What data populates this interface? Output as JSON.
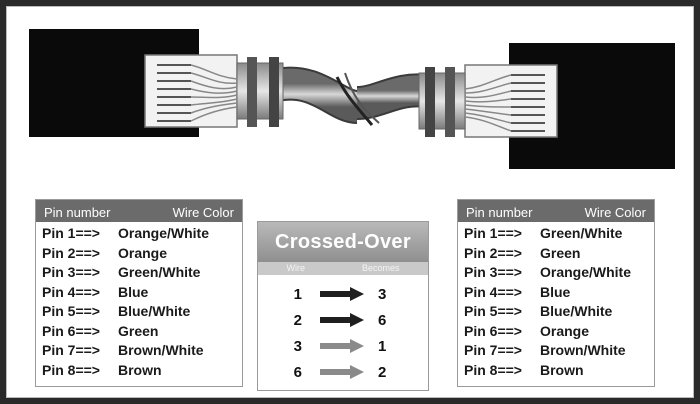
{
  "left_table": {
    "header_pin": "Pin number",
    "header_color": "Wire Color",
    "rows": [
      {
        "pin": "Pin 1==>",
        "color": "Orange/White"
      },
      {
        "pin": "Pin 2==>",
        "color": "Orange"
      },
      {
        "pin": "Pin 3==>",
        "color": "Green/White"
      },
      {
        "pin": "Pin 4==>",
        "color": "Blue"
      },
      {
        "pin": "Pin 5==>",
        "color": "Blue/White"
      },
      {
        "pin": "Pin 6==>",
        "color": "Green"
      },
      {
        "pin": "Pin 7==>",
        "color": "Brown/White"
      },
      {
        "pin": "Pin 8==>",
        "color": "Brown"
      }
    ]
  },
  "crossover": {
    "title": "Crossed-Over",
    "col_wire": "Wire",
    "col_becomes": "Becomes",
    "rows": [
      {
        "from": "1",
        "to": "3"
      },
      {
        "from": "2",
        "to": "6"
      },
      {
        "from": "3",
        "to": "1"
      },
      {
        "from": "6",
        "to": "2"
      }
    ]
  },
  "right_table": {
    "header_pin": "Pin number",
    "header_color": "Wire Color",
    "rows": [
      {
        "pin": "Pin 1==>",
        "color": "Green/White"
      },
      {
        "pin": "Pin 2==>",
        "color": "Green"
      },
      {
        "pin": "Pin 3==>",
        "color": "Orange/White"
      },
      {
        "pin": "Pin 4==>",
        "color": "Blue"
      },
      {
        "pin": "Pin 5==>",
        "color": "Blue/White"
      },
      {
        "pin": "Pin 6==>",
        "color": "Orange"
      },
      {
        "pin": "Pin 7==>",
        "color": "Brown/White"
      },
      {
        "pin": "Pin 8==>",
        "color": "Brown"
      }
    ]
  }
}
